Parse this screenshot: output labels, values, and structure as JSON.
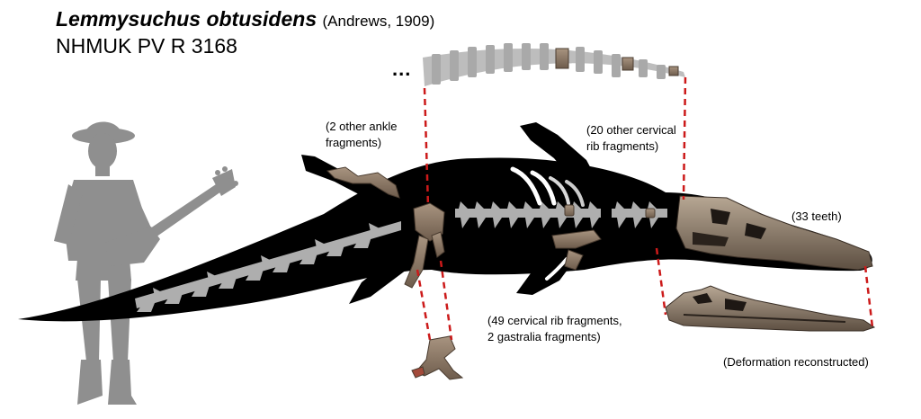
{
  "title": {
    "species": "Lemmysuchus obtusidens",
    "authority": "(Andrews, 1909)",
    "specimen": "NHMUK PV R 3168"
  },
  "labels": {
    "ankle": [
      "(2 other ankle",
      "fragments)"
    ],
    "cervical_rib": [
      "(20 other cervical",
      "rib fragments)"
    ],
    "teeth": "(33 teeth)",
    "rib_fragments": [
      "(49 cervical rib fragments,",
      "2 gastralia fragments)"
    ],
    "deformation": "(Deformation reconstructed)",
    "ellipsis": "..."
  }
}
